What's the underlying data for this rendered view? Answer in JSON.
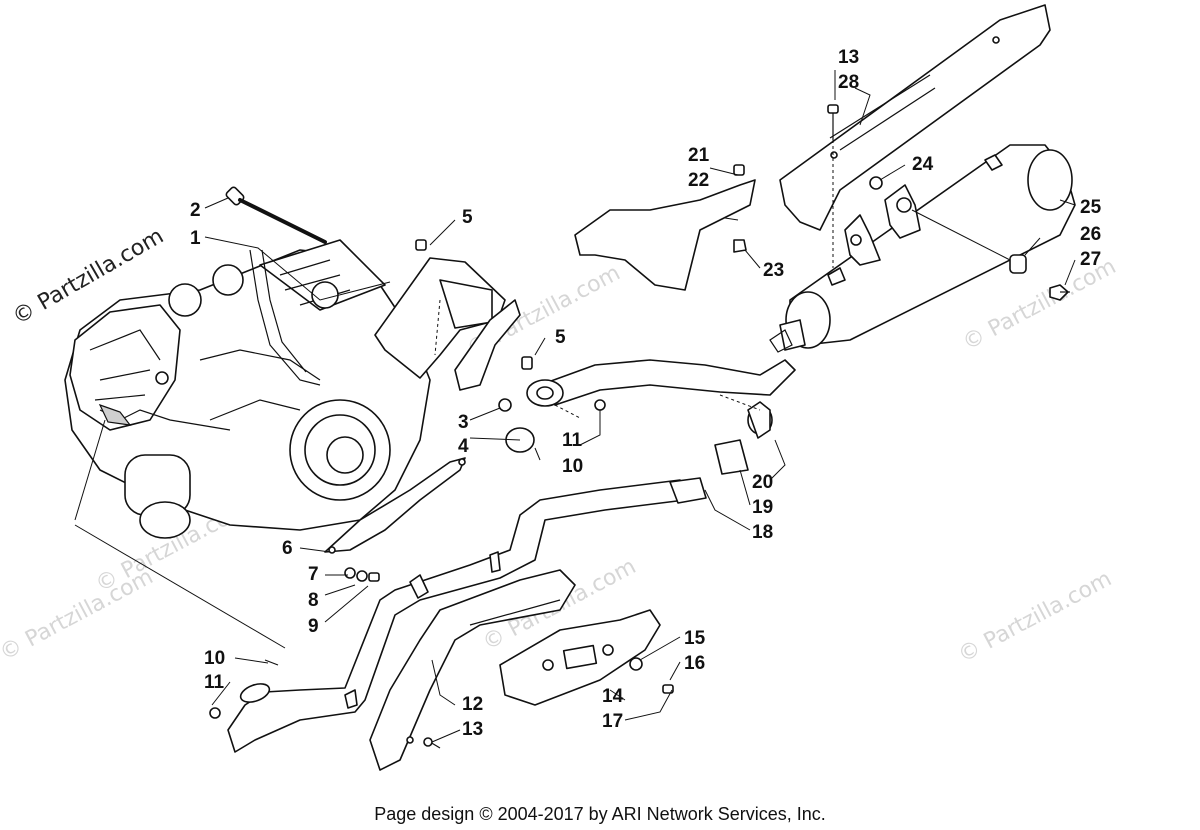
{
  "watermarks": {
    "main": "© Partzilla.com",
    "faint": "© Partzilla.com"
  },
  "footer": {
    "text": "Page design © 2004-2017 by ARI Network Services, Inc."
  },
  "labels": {
    "l1": "1",
    "l2": "2",
    "l3": "3",
    "l4": "4",
    "l5a": "5",
    "l5b": "5",
    "l6": "6",
    "l7": "7",
    "l8": "8",
    "l9": "9",
    "l10a": "10",
    "l10b": "10",
    "l11a": "11",
    "l11b": "11",
    "l12": "12",
    "l13a": "13",
    "l13b": "13",
    "l14": "14",
    "l15": "15",
    "l16": "16",
    "l17": "17",
    "l18": "18",
    "l19": "19",
    "l20": "20",
    "l21": "21",
    "l22": "22",
    "l23": "23",
    "l24": "24",
    "l25": "25",
    "l26": "26",
    "l27": "27",
    "l28": "28"
  }
}
